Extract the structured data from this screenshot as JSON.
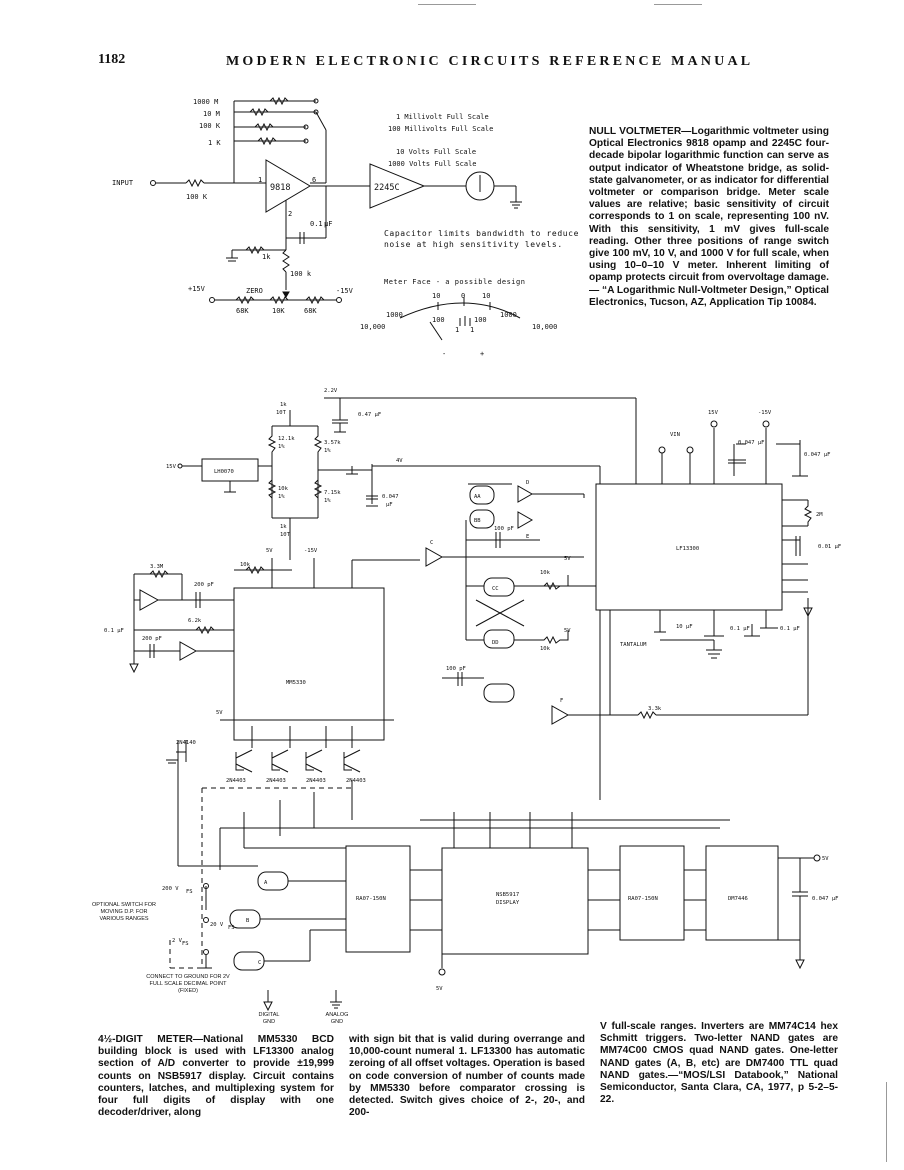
{
  "page": {
    "number": "1182",
    "running_head": "MODERN ELECTRONIC CIRCUITS REFERENCE MANUAL"
  },
  "figure1": {
    "caption_title": "NULL VOLTMETER—Logarithmic voltmeter",
    "caption_body": "using Optical Electronics 9818 opamp and 2245C four-decade bipolar logarithmic function can serve as output indicator of Wheatstone bridge, as solid-state galvanometer, or as indicator for differential voltmeter or comparison bridge. Meter scale values are relative; basic sensitivity of circuit corresponds to 1 on scale, representing 100 nV. With this sensitivity, 1 mV gives full-scale reading. Other three positions of range switch give 100 mV, 10 V, and 1000 V for full scale, when using 10–0–10 V meter. Inherent limiting of opamp protects circuit from overvoltage damage.— “A Logarithmic Null-Voltmeter Design,” Optical Electronics, Tucson, AZ, Application Tip 10084.",
    "labels": {
      "r1000m": "1000 M",
      "r10m": "10 M",
      "r100k_top": "100 K",
      "r1k_top": "1 K",
      "input": "INPUT",
      "r100k_in": "100 K",
      "opamp": "9818",
      "pin1": "1",
      "pin6": "6",
      "pin2": "2",
      "cap": "0.1",
      "cap_unit": "μF",
      "r1k": "1k",
      "r100k": "100 k",
      "plus15": "+15V",
      "zero": "ZERO",
      "minus15": "-15V",
      "r68k_a": "68K",
      "r10k": "10K",
      "r68k_b": "68K",
      "log": "2245C",
      "range1": "1 Millivolt Full Scale",
      "range2": "100 Millivolts Full Scale",
      "range3": "10 Volts Full Scale",
      "range4": "1000 Volts Full Scale",
      "note": "Capacitor limits bandwidth to reduce noise at high sensitivity levels.",
      "meter_face": "Meter Face - a possible design",
      "mf_10a": "10",
      "mf_0": "0",
      "mf_10b": "10",
      "mf_1000a": "1000",
      "mf_100a": "100",
      "mf_100b": "100",
      "mf_1000b": "1000",
      "mf_10000a": "10,000",
      "mf_1a": "1",
      "mf_1b": "1",
      "mf_10000b": "10,000",
      "minus": "-",
      "plus": "+"
    }
  },
  "figure2": {
    "caption_title": "4½-DIGIT METER—National MM5330 BCD",
    "col1": "building block is used with LF13300 analog section of A/D converter to provide ±19,999 counts on NSB5917 display. Circuit contains counters, latches, and multiplexing system for four full digits of display with one decoder/driver, along",
    "col2": "with sign bit that is valid during overrange and 10,000-count numeral 1. LF13300 has automatic zeroing of all offset voltages. Operation is based on code conversion of number of counts made by MM5330 before comparator crossing is detected. Switch gives choice of 2-, 20-, and 200-",
    "col3": "V full-scale ranges. Inverters are MM74C14 hex Schmitt triggers. Two-letter NAND gates are MM74C00 CMOS quad NAND gates. One-letter NAND gates (A, B, etc) are DM7400 TTL quad NAND gates.—“MOS/LSI Databook,” National Semiconductor, Santa Clara, CA, 1977, p 5-2–5-22.",
    "chips": {
      "mm5330": "MM5330",
      "lf13300": "LF13300",
      "lh0070": "LH0070",
      "nsb5917": "NSB5917",
      "display": "DISPLAY",
      "ra07a": "RA07-150N",
      "ra07b": "RA07-150N",
      "dm7446": "DM7446"
    },
    "labels": {
      "v22": "2.2V",
      "r1k10t_a": "1k",
      "t10_a": "10T",
      "c047": "0.47 μF",
      "r121k": "12.1k",
      "p1a": "1%",
      "r357k": "3.57k",
      "p1b": "1%",
      "v15_ref": "15V",
      "v4": "4V",
      "r10k_a": "10k",
      "p1c": "1%",
      "r715k": "7.15k",
      "p1d": "1%",
      "c0047": "0.047",
      "uf": "μF",
      "r1k10t_b": "1k",
      "t10_b": "10T",
      "v5a": "5V",
      "vm15a": "-15V",
      "r33m": "3.3M",
      "r10k_b": "10k",
      "c200a": "200 pF",
      "r62k": "6.2k",
      "c01": "0.1 μF",
      "c200b": "200 pF",
      "gAA": "AA",
      "gBB": "BB",
      "gCC": "CC",
      "gDD": "DD",
      "gD": "D",
      "gE": "E",
      "gF": "F",
      "gC": "C",
      "c100a": "100 pF",
      "r10k_c": "10k",
      "v5b": "5V",
      "r10k_d": "10k",
      "v5c": "5V",
      "c100b": "100 pF",
      "r33k": "3.3k",
      "v15b": "15V",
      "vm15b": "-15V",
      "vin": "VIN",
      "c0047b": "0.047 μF",
      "c0047c": "0.047 μF",
      "r2m": "2M",
      "c001": "0.01 μF",
      "c10": "10 μF",
      "c01b": "0.1 μF",
      "c01c": "0.1 μF",
      "tantalum": "TANTALUM",
      "q2n4140": "2N4140",
      "q2n4403a": "2N4403",
      "q2n4403b": "2N4403",
      "q2n4403c": "2N4403",
      "q2n4403d": "2N4403",
      "v5d": "5V",
      "v200": "200 V",
      "fs1": "FS",
      "v20": "20 V",
      "fs2": "FS",
      "v2": "2 V",
      "fs3": "FS",
      "opt_switch": "OPTIONAL SWITCH FOR MOVING D.P. FOR VARIOUS RANGES",
      "connect_gnd": "CONNECT TO GROUND FOR 2V FULL SCALE DECIMAL POINT (FIXED)",
      "digital_gnd": "DIGITAL GND",
      "analog_gnd": "ANALOG GND",
      "v5e": "5V",
      "v5f": "5V",
      "c0047d": "0.047 μF",
      "gA": "A",
      "gB": "B",
      "gC2": "C"
    }
  }
}
